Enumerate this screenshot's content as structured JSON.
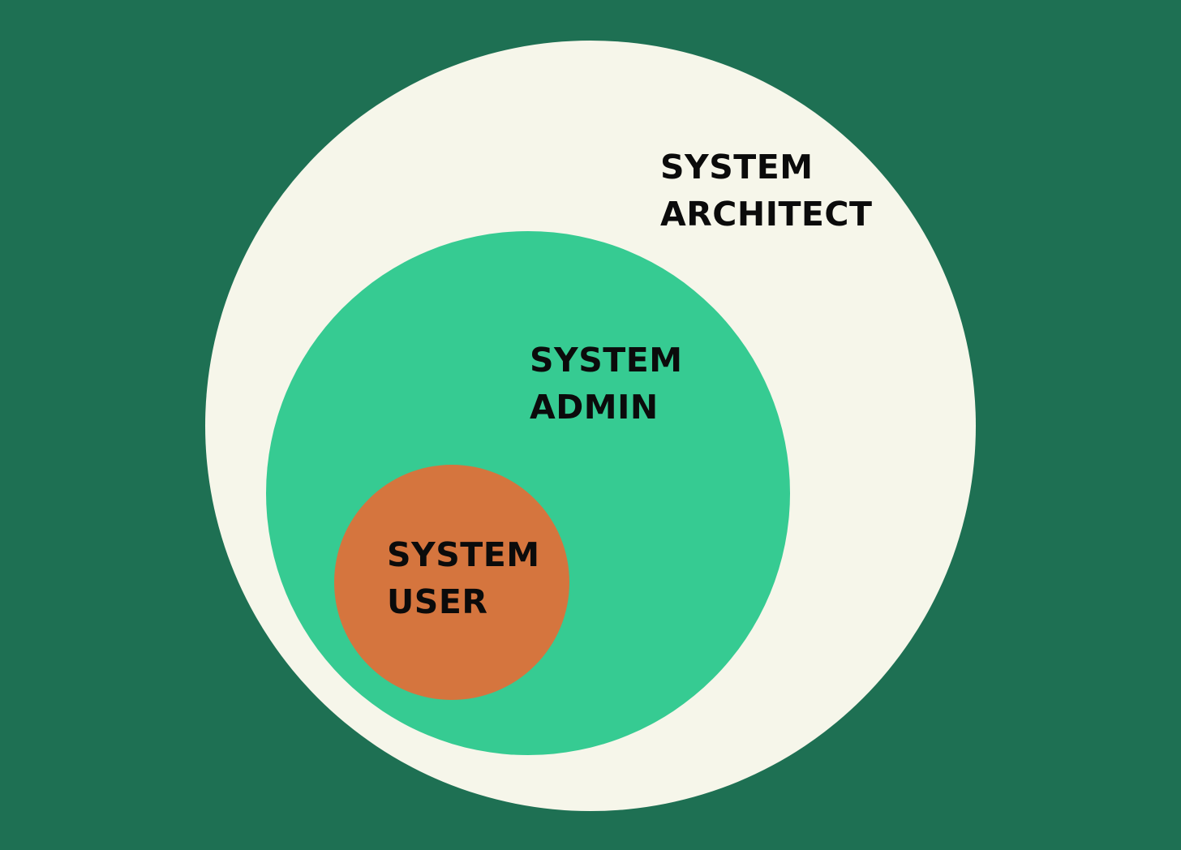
{
  "colors": {
    "background": "#1e7053",
    "architect_circle": "#f6f6ea",
    "admin_circle": "#36cb92",
    "user_circle": "#d5753e",
    "text": "#0b0b0b"
  },
  "circles": {
    "architect": {
      "line1": "SYSTEM",
      "line2": "ARCHITECT"
    },
    "admin": {
      "line1": "SYSTEM",
      "line2": "ADMIN"
    },
    "user": {
      "line1": "SYSTEM",
      "line2": "USER"
    }
  }
}
